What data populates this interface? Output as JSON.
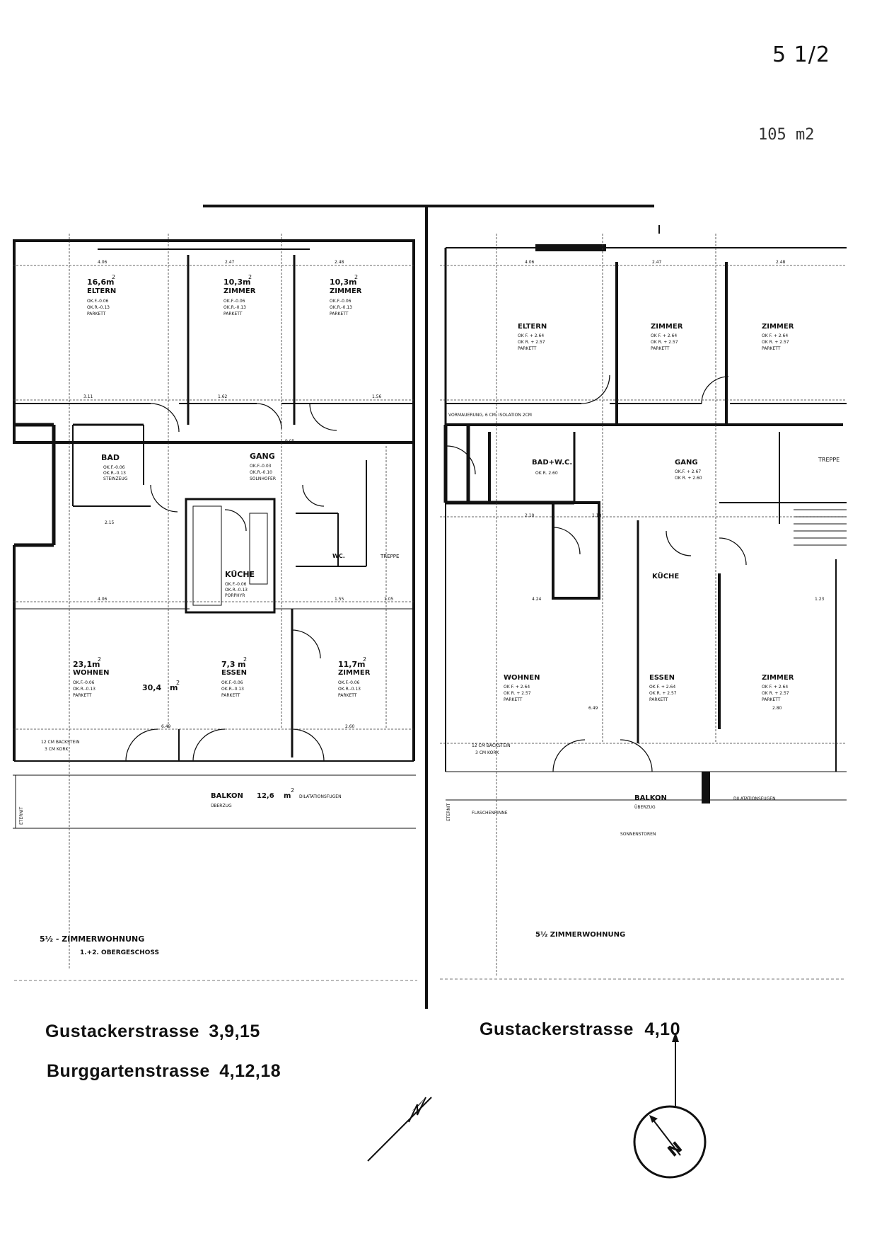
{
  "header": {
    "unit_code": "5 1/2",
    "total_area": "105 m2"
  },
  "left_plan": {
    "rooms": [
      {
        "area": "16,6",
        "name": "ELTERN",
        "ok_f": "OK.F.-0.06",
        "ok_r": "OK.R.-0.13",
        "floor": "PARKETT"
      },
      {
        "area": "10,3",
        "name": "ZIMMER",
        "ok_f": "OK.F.-0.06",
        "ok_r": "OK.R.-0.13",
        "floor": "PARKETT"
      },
      {
        "area": "10,3",
        "name": "ZIMMER",
        "ok_f": "OK.F.-0.06",
        "ok_r": "OK.R.-0.13",
        "floor": "PARKETT"
      },
      {
        "area": "",
        "name": "GANG",
        "ok_f": "OK.F.-0.03",
        "ok_r": "OK.R.-0.10",
        "floor": "SOLNHOFER"
      },
      {
        "area": "",
        "name": "BAD",
        "ok_f": "OK.F.-0.06",
        "ok_r": "OK.R.-0.13",
        "floor": "STEINZEUG"
      },
      {
        "area": "",
        "name": "KÜCHE",
        "ok_f": "OK.F.-0.06",
        "ok_r": "OK.R.-0.13",
        "floor": "PORPHYR"
      },
      {
        "area": "23,1",
        "name": "WOHNEN",
        "ok_f": "OK.F.-0.06",
        "ok_r": "OK.R.-0.13",
        "floor": "PARKETT"
      },
      {
        "area": "7,3",
        "name": "ESSEN",
        "ok_f": "OK.F.-0.06",
        "ok_r": "OK.R.-0.13",
        "floor": "PARKETT"
      },
      {
        "area": "11,7",
        "name": "ZIMMER",
        "ok_f": "OK.F.-0.06",
        "ok_r": "OK.R.-0.13",
        "floor": "PARKETT"
      }
    ],
    "unit_m2": "m",
    "sup2": "2",
    "combined_area": "30,4",
    "wc_label": "WC.",
    "treppe_label": "TREPPE",
    "balkon_label": "BALKON",
    "balkon_area": "12,6",
    "ueberzug": "ÜBERZUG",
    "dilatation": "DILATATIONSFUGEN",
    "backstein": "12 CM BACKSTEIN",
    "kork": "3 CM KORK",
    "eternit": "ETERNIT",
    "dims": [
      "4.06",
      "2.47",
      "2.48",
      "3.11",
      "1.62",
      "1.56",
      "4.06",
      "1.55",
      "1.05",
      "6.49",
      "2.60",
      "2.15",
      "9.05"
    ],
    "title_main": "5½ - ZIMMERWOHNUNG",
    "title_sub": "1.+2. OBERGESCHOSS"
  },
  "right_plan": {
    "rooms": [
      {
        "name": "ELTERN",
        "ok_f": "OK F. + 2.64",
        "ok_r": "OK R. + 2.57",
        "floor": "PARKETT"
      },
      {
        "name": "ZIMMER",
        "ok_f": "OK F. + 2.64",
        "ok_r": "OK R. + 2.57",
        "floor": "PARKETT"
      },
      {
        "name": "ZIMMER",
        "ok_f": "OK F. + 2.64",
        "ok_r": "OK R. + 2.57",
        "floor": "PARKETT"
      },
      {
        "name": "GANG",
        "ok_f": "OK.F. + 2.67",
        "ok_r": "OK R. + 2.60",
        "floor": ""
      },
      {
        "name": "BAD+W.C.",
        "ok_f": "",
        "ok_r": "OK R. 2.60",
        "floor": ""
      },
      {
        "name": "KÜCHE",
        "ok_f": "",
        "ok_r": "",
        "floor": ""
      },
      {
        "name": "WOHNEN",
        "ok_f": "OK F. + 2.64",
        "ok_r": "OK R. + 2.57",
        "floor": "PARKETT"
      },
      {
        "name": "ESSEN",
        "ok_f": "OK F. + 2.64",
        "ok_r": "OK R. + 2.57",
        "floor": "PARKETT"
      },
      {
        "name": "ZIMMER",
        "ok_f": "OK F. + 2.64",
        "ok_r": "OK R. + 2.57",
        "floor": "PARKETT"
      }
    ],
    "vormauerung": "VORMAUERUNG, 6 CM, ISOLATION 2CM",
    "balkon_label": "BALKON",
    "ueberzug": "ÜBERZUG",
    "dilatation": "DILATATIONSFUGEN",
    "flaschenrinne": "FLASCHENRINNE",
    "sonnenstoren": "SONNENSTOREN",
    "treppe_label": "TREPPE",
    "backstein": "12 CM BACKSTEIN",
    "kork": "3 CM KORK",
    "eternit": "ETERNIT",
    "dims": [
      "4.06",
      "2.47",
      "2.48",
      "2.10",
      "1.10",
      "4.24",
      "6.49",
      "2.80",
      "1.23"
    ],
    "title_main": "5½ ZIMMERWOHNUNG"
  },
  "captions": {
    "left_line1_street": "Gustackerstrasse",
    "left_line1_nums": "3,9,15",
    "left_line2_street": "Burggartenstrasse",
    "left_line2_nums": "4,12,18",
    "right_street": "Gustackerstrasse",
    "right_nums": "4,10"
  },
  "north_label": "N"
}
